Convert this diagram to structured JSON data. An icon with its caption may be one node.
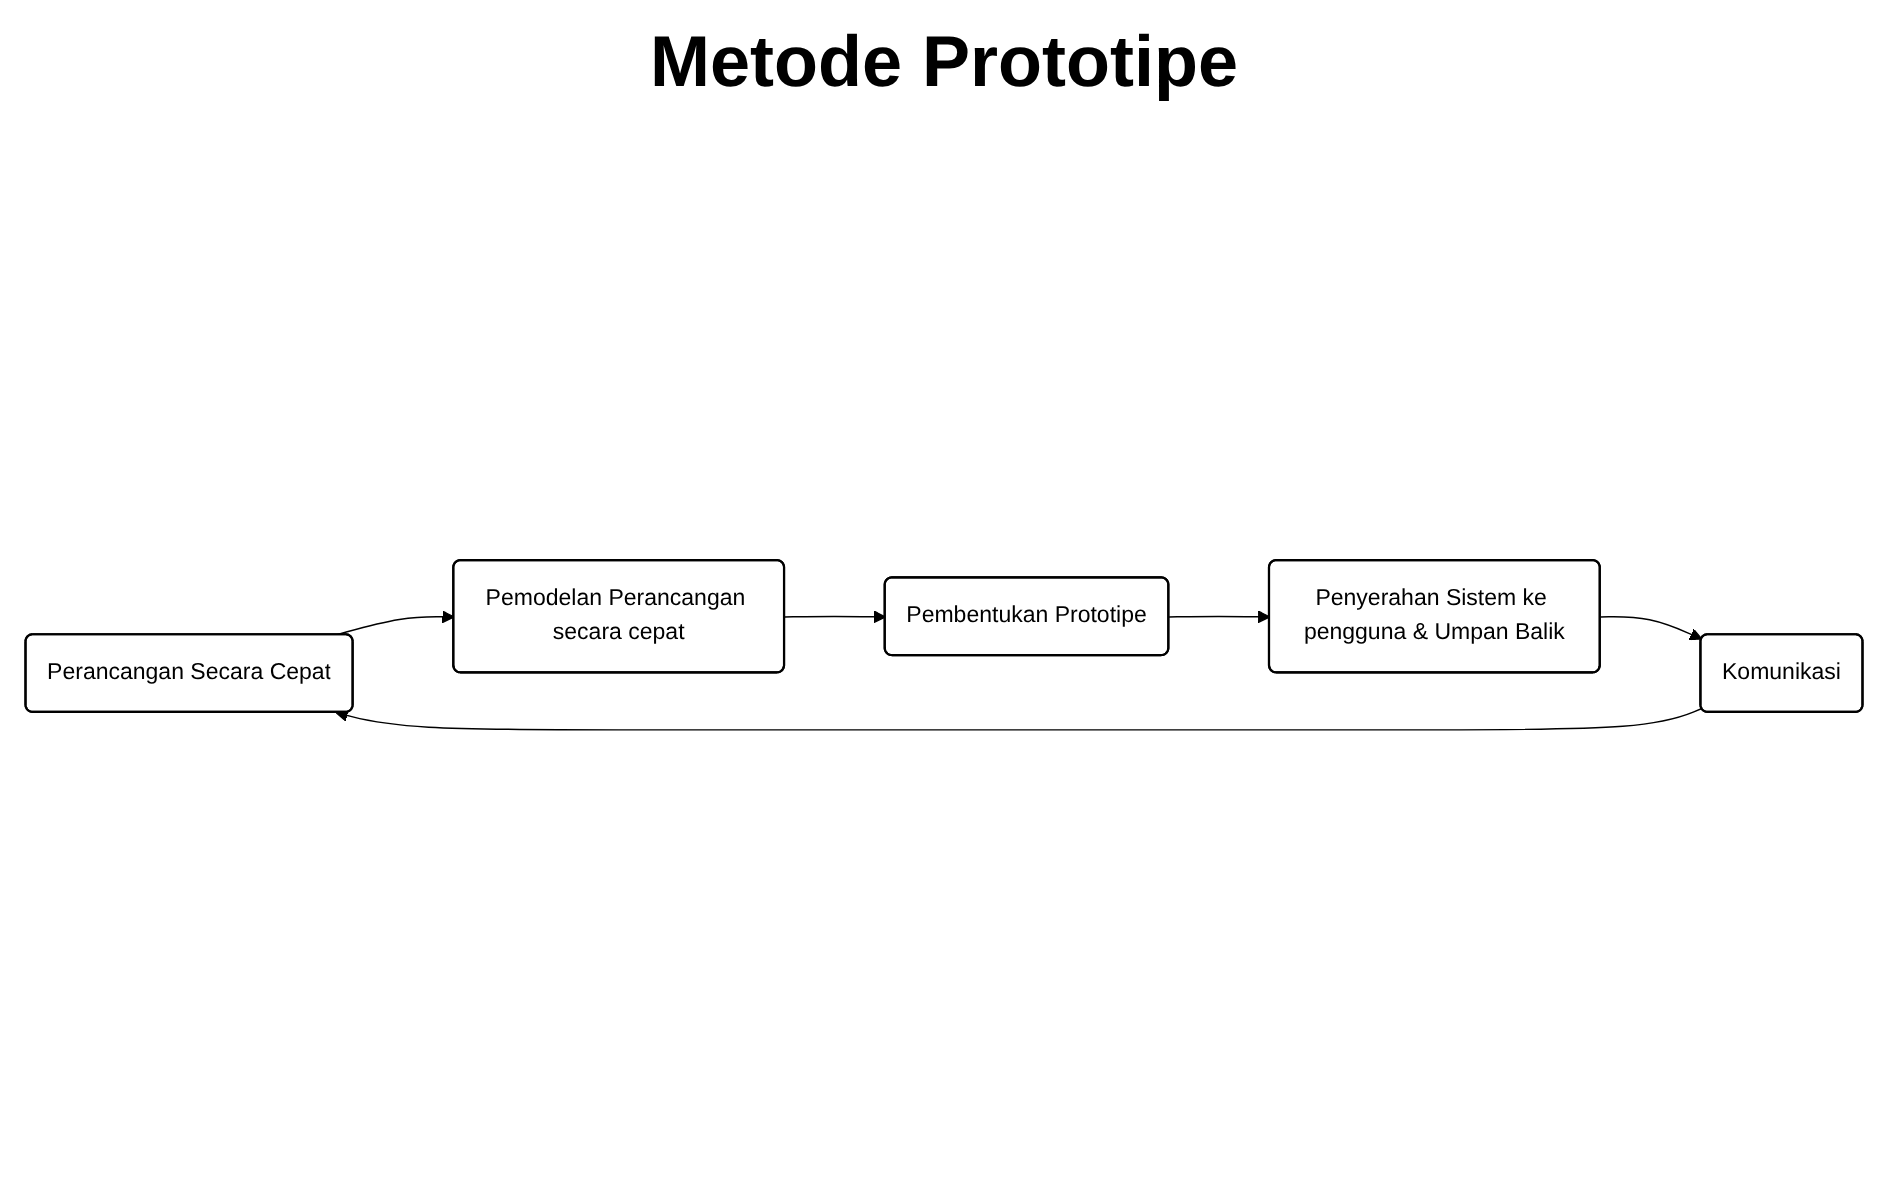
{
  "diagram": {
    "title": "Metode Prototipe",
    "nodes": [
      {
        "text": [
          "Perancangan Secara Cepat"
        ]
      },
      {
        "text": [
          "Pemodelan Perancangan secara cepat"
        ]
      },
      {
        "text": [
          "Pembentukan Prototipe"
        ]
      },
      {
        "text": [
          "Penyerahan Sistem ke pengguna & Umpan Balik"
        ]
      },
      {
        "text": [
          "Komunikasi"
        ]
      }
    ],
    "edges": [
      {
        "from": 4,
        "to": 0,
        "arrow": "to"
      },
      {
        "from": 0,
        "to": 1,
        "arrow": "to"
      },
      {
        "from": 1,
        "to": 2,
        "arrow": "to"
      },
      {
        "from": 2,
        "to": 3,
        "arrow": "to"
      },
      {
        "from": 3,
        "to": 4,
        "arrow": "to"
      }
    ]
  }
}
